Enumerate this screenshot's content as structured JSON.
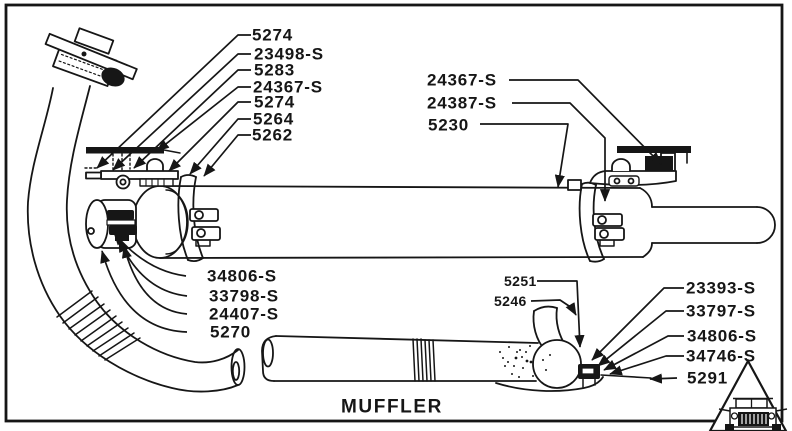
{
  "figure": {
    "caption": "MUFFLER",
    "ink_color": "#161616",
    "paper_color": "#ffffff",
    "logo": "triangle-vehicle-mark"
  },
  "part_labels": {
    "top_left": [
      "5274",
      "23498-S",
      "5283",
      "24367-S",
      "5274",
      "5264",
      "5262"
    ],
    "top_right": [
      "24367-S",
      "24387-S",
      "5230"
    ],
    "bottom_left": [
      "34806-S",
      "33798-S",
      "24407-S",
      "5270"
    ],
    "center": [
      "5251",
      "5246"
    ],
    "bottom_right": [
      "23393-S",
      "33797-S",
      "34806-S",
      "34746-S",
      "5291"
    ]
  }
}
